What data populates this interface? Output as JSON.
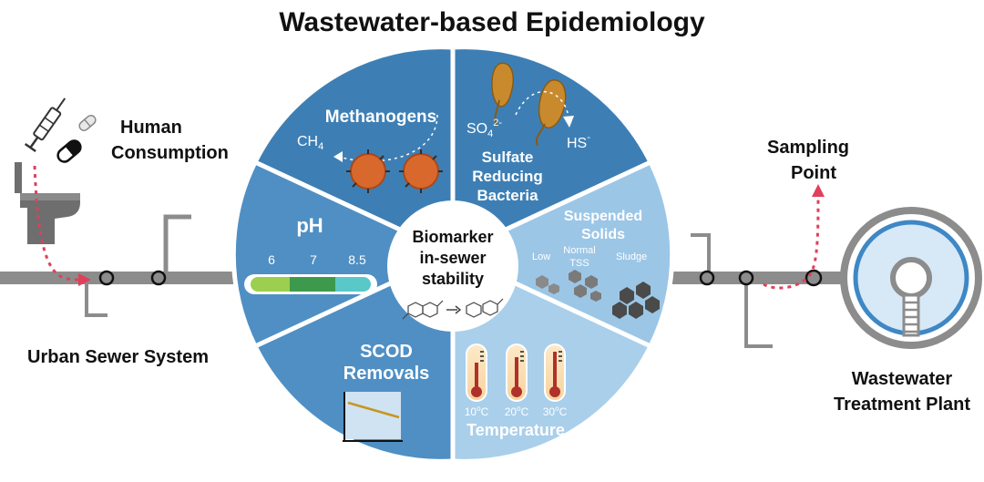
{
  "title": "Wastewater-based Epidemiology",
  "left": {
    "consumption_line1": "Human",
    "consumption_line2": "Consumption",
    "sewer_label": "Urban Sewer System"
  },
  "right": {
    "sampling_line1": "Sampling",
    "sampling_line2": "Point",
    "plant_line1": "Wastewater",
    "plant_line2": "Treatment Plant"
  },
  "center": {
    "line1": "Biomarker",
    "line2": "in-sewer",
    "line3": "stability"
  },
  "sectors": {
    "methanogens": {
      "title": "Methanogens",
      "gas": "CH",
      "gas_sub": "4"
    },
    "sulfate": {
      "ion": "SO",
      "ion_sub": "4",
      "ion_sup": "2-",
      "product": "HS",
      "product_sup": "-",
      "line1": "Sulfate",
      "line2": "Reducing",
      "line3": "Bacteria"
    },
    "solids": {
      "line1": "Suspended",
      "line2": "Solids",
      "low": "Low",
      "normal1": "Normal",
      "normal2": "TSS",
      "sludge": "Sludge"
    },
    "temperature": {
      "title": "Temperature",
      "t1": "10",
      "t2": "20",
      "t3": "30",
      "deg": "o",
      "unit": "C"
    },
    "scod": {
      "line1": "SCOD",
      "line2": "Removals"
    },
    "ph": {
      "title": "pH",
      "v1": "6",
      "v2": "7",
      "v3": "8.5"
    }
  },
  "colors": {
    "pipe": "#8c8c8c",
    "arrow": "#e0405a",
    "sector_dark": "#3d7fb5",
    "sector_mid": "#4f8fc4",
    "sector_light": "#9cc6e6",
    "bacteria": "#d9682c",
    "ph_green_light": "#9ccf4f",
    "ph_green": "#3d9a4c",
    "ph_teal": "#5ac8c8"
  }
}
